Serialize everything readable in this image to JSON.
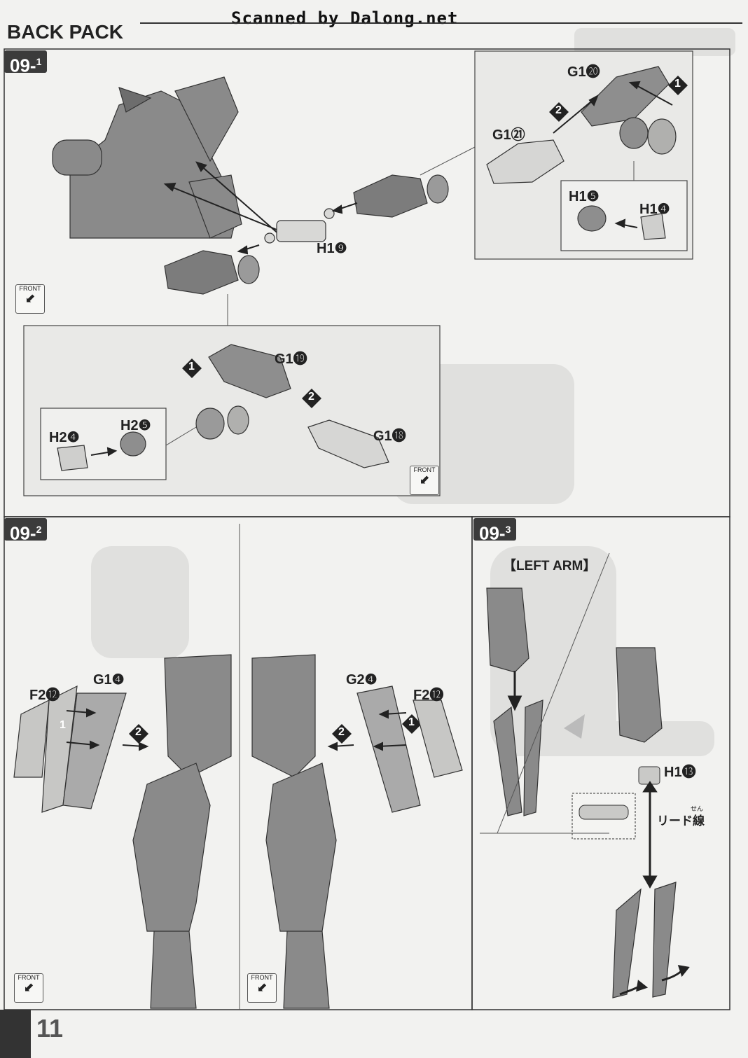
{
  "header": {
    "watermark": "Scanned by Dalong.net",
    "section_title": "BACK PACK"
  },
  "steps": {
    "s1": "09-",
    "s1_sub": "1",
    "s2": "09-",
    "s2_sub": "2",
    "s3": "09-",
    "s3_sub": "3"
  },
  "labels": {
    "g1_20": "G1⓴",
    "g1_21": "G1㉑",
    "h1_5": "H1❺",
    "h1_4": "H1❹",
    "h1_9": "H1❾",
    "g1_19": "G1⓳",
    "h2_4": "H2❹",
    "h2_5": "H2❺",
    "g1_18": "G1⓲",
    "f2_12_left": "F2⓬",
    "g1_4": "G1❹",
    "g2_4": "G2❹",
    "f2_12_right": "F2⓬",
    "left_arm": "【LEFT ARM】",
    "h1_13": "H1⓭",
    "lead_wire": "リード線",
    "lead_wire_ruby": "せん",
    "front": "FRONT",
    "order1": "1",
    "order2": "2"
  },
  "footer": {
    "page_number": "11"
  }
}
